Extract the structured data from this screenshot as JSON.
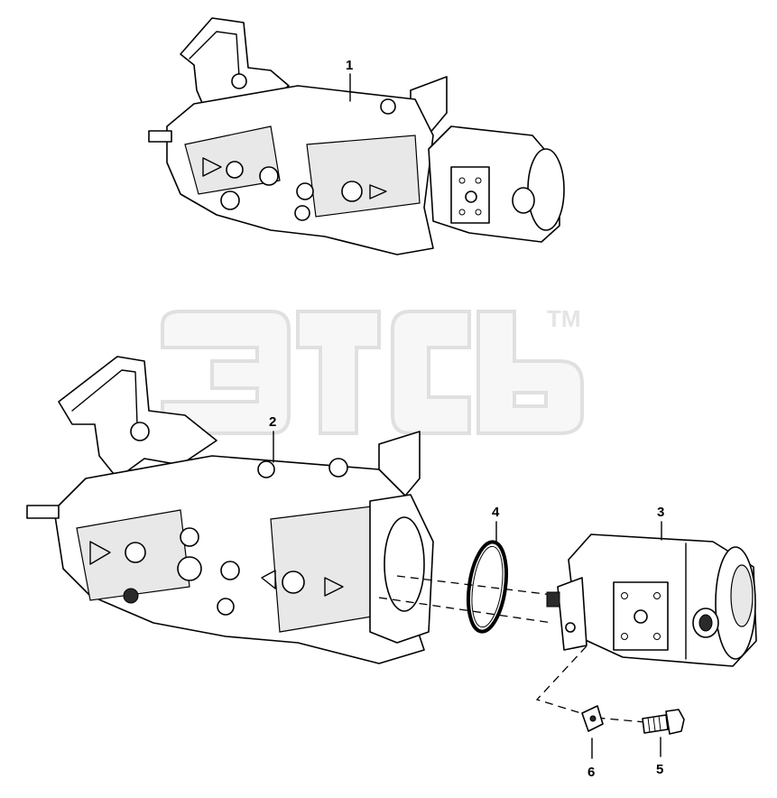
{
  "callouts": {
    "c1": "1",
    "c2": "2",
    "c3": "3",
    "c4": "4",
    "c5": "5",
    "c6": "6"
  },
  "watermark": {
    "trademark": "TM"
  },
  "colors": {
    "line": "#000000",
    "watermark": "#d9d9d9",
    "background": "#ffffff"
  }
}
